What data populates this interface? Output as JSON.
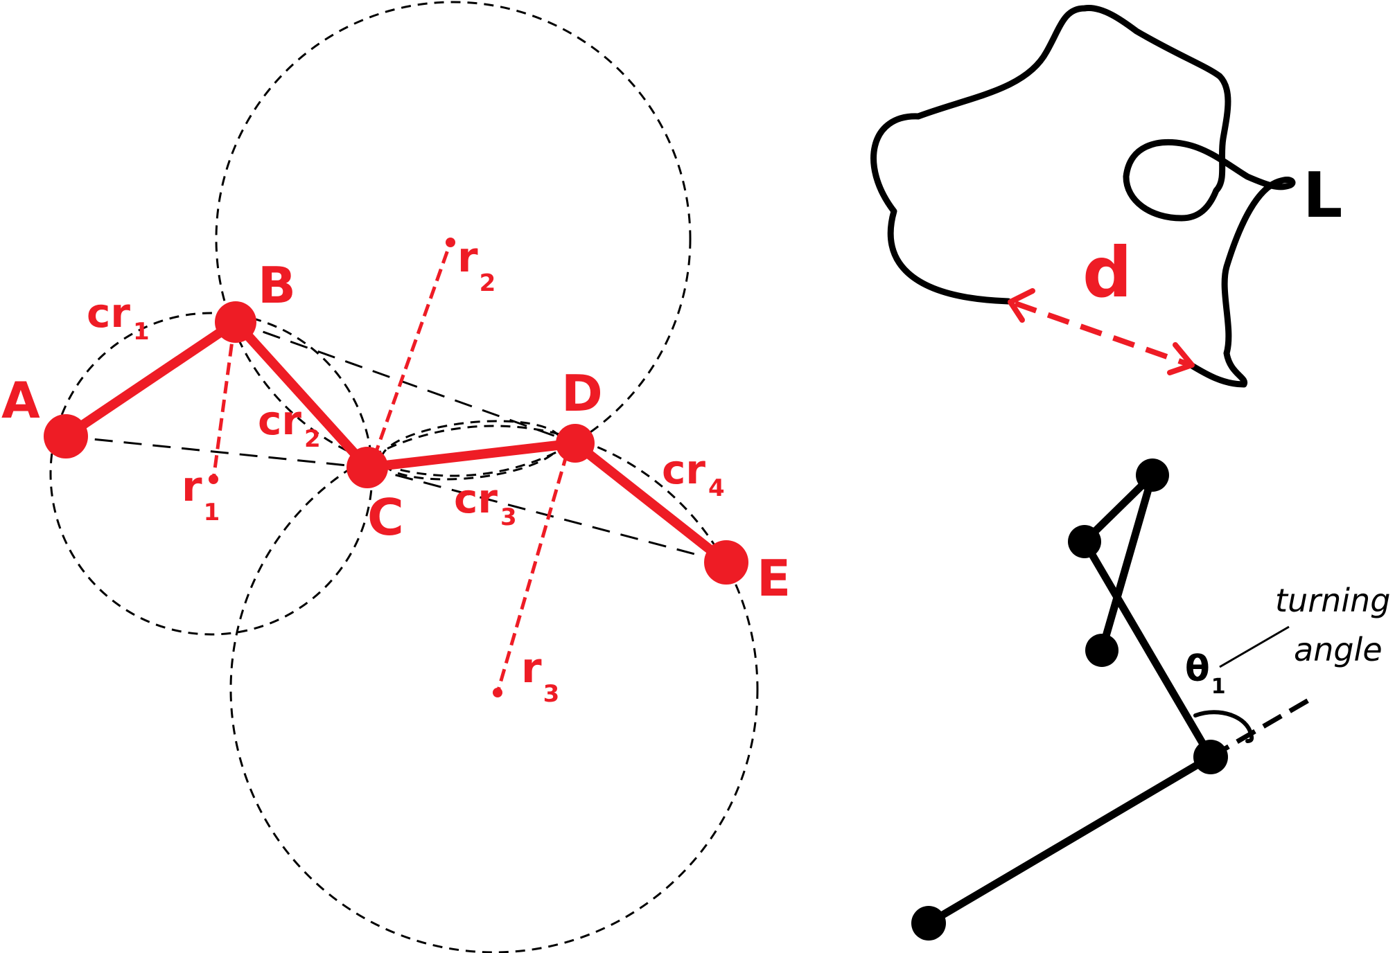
{
  "colors": {
    "accent": "#ee1c25",
    "ink": "#000000",
    "background": "#ffffff"
  },
  "points": {
    "A": "A",
    "B": "B",
    "C": "C",
    "D": "D",
    "E": "E"
  },
  "chords": {
    "cr1": {
      "base": "cr",
      "sub": "1"
    },
    "cr2": {
      "base": "cr",
      "sub": "2"
    },
    "cr3": {
      "base": "cr",
      "sub": "3"
    },
    "cr4": {
      "base": "cr",
      "sub": "4"
    }
  },
  "radii": {
    "r1": {
      "base": "r",
      "sub": "1"
    },
    "r2": {
      "base": "r",
      "sub": "2"
    },
    "r3": {
      "base": "r",
      "sub": "3"
    }
  },
  "path_panel": {
    "length_label": "L",
    "distance_label": "d"
  },
  "angle_panel": {
    "theta": {
      "base": "θ",
      "sub": "1"
    },
    "caption_line1": "turning",
    "caption_line2": "angle"
  }
}
